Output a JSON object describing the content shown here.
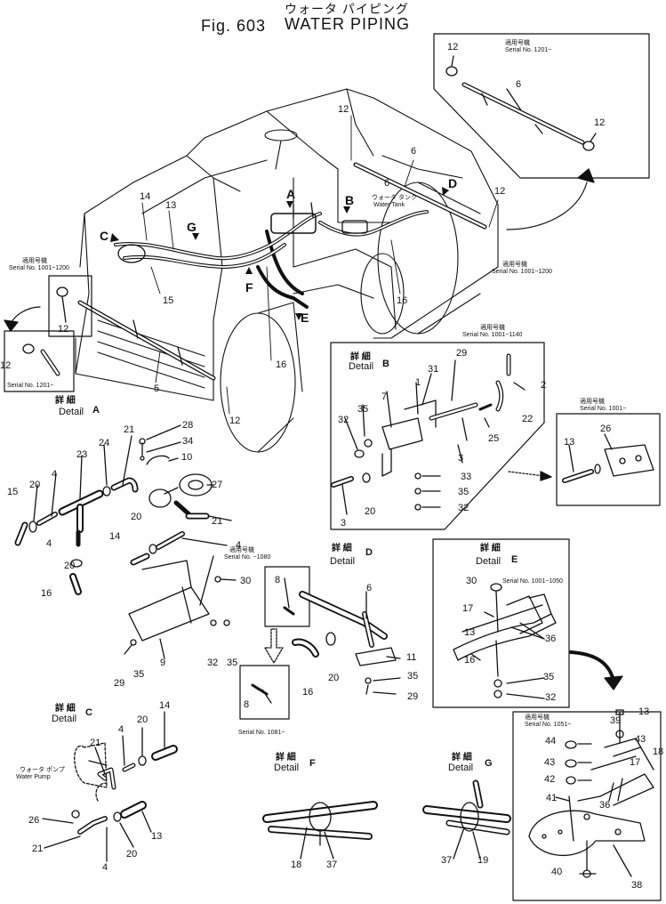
{
  "title": {
    "japanese": "ウォータ パイピング",
    "figure": "Fig. 603",
    "english": "WATER PIPING"
  },
  "serial_notes": {
    "top_right_jp": "適用号機",
    "top_right": "Serial No. 1201~",
    "mid_right_jp": "適用号機",
    "mid_right": "Serial No. 1001~1200",
    "left_jp": "適用号機",
    "left": "Serial No. 1001~1200",
    "left_lower": "Serial No. 1201~",
    "detail_b_jp": "適用号機",
    "detail_b": "Serial No. 1001~1140",
    "detail_b_right_jp": "適用号機",
    "detail_b_right": "Serial No. 1001~",
    "detail_d_jp": "適用号機",
    "detail_d": "Serial No. ~1080",
    "detail_d_lower": "Serial No. 1081~",
    "detail_e": "Serial No. 1001~1050",
    "detail_e_lower_jp": "適用号機",
    "detail_e_lower": "Serial No. 1051~"
  },
  "view_letters": [
    "A",
    "B",
    "C",
    "D",
    "E",
    "F",
    "G"
  ],
  "details": [
    {
      "jp": "詳 細",
      "en": "Detail",
      "letter": "A"
    },
    {
      "jp": "詳 細",
      "en": "Detail",
      "letter": "B"
    },
    {
      "jp": "詳 細",
      "en": "Detail",
      "letter": "C"
    },
    {
      "jp": "詳 細",
      "en": "Detail",
      "letter": "D"
    },
    {
      "jp": "詳 細",
      "en": "Detail",
      "letter": "E"
    },
    {
      "jp": "詳 細",
      "en": "Detail",
      "letter": "F"
    },
    {
      "jp": "詳 細",
      "en": "Detail",
      "letter": "G"
    }
  ],
  "labels": {
    "water_tank_jp": "ウォータ タンク",
    "water_tank": "Water Tank",
    "water_pump_jp": "ウォータ ポンプ",
    "water_pump": "Water Pump"
  },
  "callouts": {
    "top_inset": [
      "12",
      "6",
      "12"
    ],
    "main": [
      "12",
      "6",
      "6",
      "12",
      "14",
      "13",
      "15",
      "16",
      "16",
      "5",
      "12",
      "12"
    ],
    "left_inset": [
      "12"
    ],
    "detail_a": [
      "28",
      "34",
      "21",
      "24",
      "23",
      "10",
      "27",
      "4",
      "20",
      "15",
      "21",
      "20",
      "4",
      "14",
      "4",
      "20",
      "16",
      "30",
      "9",
      "32",
      "35",
      "29",
      "35"
    ],
    "detail_b": [
      "1",
      "31",
      "29",
      "2",
      "7",
      "35",
      "32",
      "22",
      "25",
      "3",
      "33",
      "35",
      "32",
      "3",
      "20"
    ],
    "detail_b_inset": [
      "26",
      "13"
    ],
    "detail_c": [
      "14",
      "20",
      "4",
      "21",
      "26",
      "21",
      "4",
      "20",
      "13"
    ],
    "detail_d": [
      "8",
      "8",
      "6",
      "11",
      "16",
      "20",
      "35",
      "29"
    ],
    "detail_e": [
      "30",
      "17",
      "13",
      "36",
      "16",
      "35",
      "32"
    ],
    "detail_e_lower": [
      "39",
      "13",
      "43",
      "44",
      "43",
      "42",
      "17",
      "18",
      "36",
      "41",
      "40",
      "38"
    ],
    "detail_f": [
      "18",
      "37"
    ],
    "detail_g": [
      "37",
      "19"
    ]
  }
}
